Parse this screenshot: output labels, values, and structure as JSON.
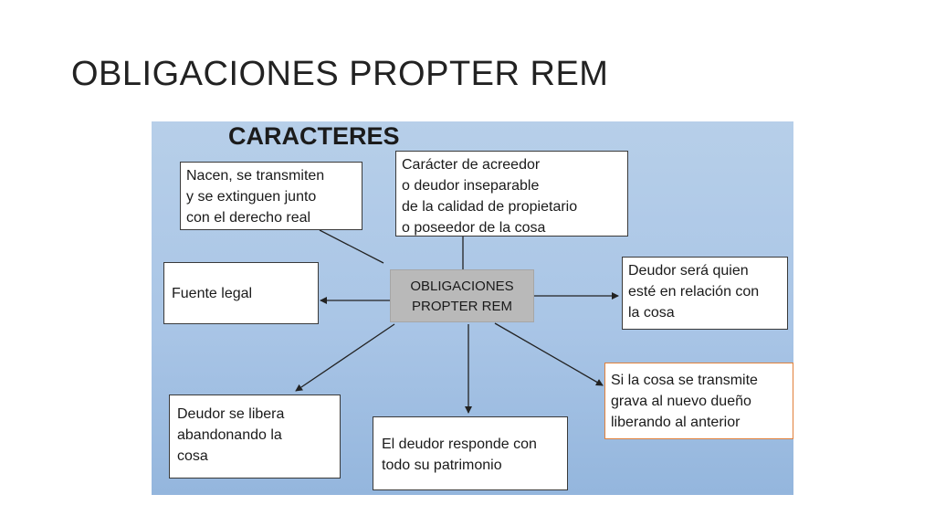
{
  "slide": {
    "title": "OBLIGACIONES PROPTER REM",
    "heading": "CARACTERES"
  },
  "center_node": {
    "lines": [
      "OBLIGACIONES",
      "PROPTER REM"
    ]
  },
  "nodes": {
    "nacen": {
      "lines": [
        "Nacen, se transmiten",
        "y se extinguen junto",
        "con el derecho real"
      ]
    },
    "caracter": {
      "lines": [
        "Carácter de acreedor",
        "o deudor inseparable",
        "de la calidad de propietario",
        "o poseedor de la cosa"
      ]
    },
    "fuente": {
      "lines": [
        "Fuente legal"
      ]
    },
    "deudor_sera": {
      "lines": [
        "Deudor será quien",
        "esté en relación con",
        "la cosa"
      ]
    },
    "si_la_cosa": {
      "lines": [
        "Si la cosa se transmite",
        "grava al nuevo dueño",
        "liberando al anterior"
      ]
    },
    "libera": {
      "lines": [
        "Deudor se libera",
        "abandonando la",
        "cosa"
      ]
    },
    "responde": {
      "lines": [
        "El deudor responde con",
        "todo su patrimonio"
      ]
    }
  },
  "colors": {
    "panel": "#a9c5e6",
    "center_fill": "#b9b9b9",
    "highlight_border": "#e0803a",
    "connector": "#222222"
  }
}
